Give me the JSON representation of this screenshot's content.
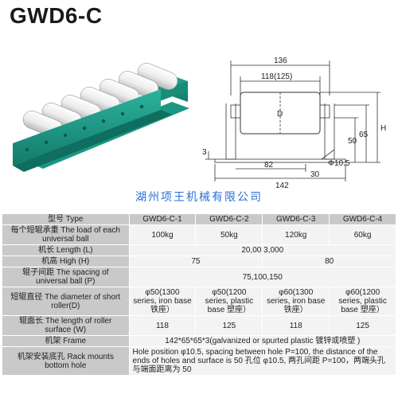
{
  "title": "GWD6-C",
  "company": "湖州项王机械有限公司",
  "drawing": {
    "dims": {
      "d136": "136",
      "d118": "118(125)",
      "d82": "82",
      "d142": "142",
      "d30": "30",
      "d50": "50",
      "d65": "65",
      "H": "H",
      "D": "D",
      "d3": "3",
      "hole": "Φ10.5"
    }
  },
  "table": {
    "header": {
      "label": "型号 Type",
      "cols": [
        "GWD6-C-1",
        "GWD6-C-2",
        "GWD6-C-3",
        "GWD6-C-4"
      ]
    },
    "load": {
      "label": "每个短辊承重 The load of each universal ball",
      "values": [
        "100kg",
        "50kg",
        "120kg",
        "60kg"
      ]
    },
    "length": {
      "label": "机长 Length (L)",
      "value": "20,00   3,000"
    },
    "high": {
      "label": "机高 High (H)",
      "values": [
        "75",
        "80"
      ]
    },
    "pitch": {
      "label": "辊子间距 The spacing of universal ball (P)",
      "value": "75,100,150"
    },
    "diameter": {
      "label": "短辊直径 The diameter of short roller(D)",
      "values": [
        "φ50(1300 series, iron base 铁座）",
        "φ50(1200 series, plastic base 塑座）",
        "φ60(1300 series, iron base 铁座）",
        "φ60(1200 series, plastic base 塑座）"
      ]
    },
    "roller_len": {
      "label": "辊面长 The length of roller surface (W)",
      "values": [
        "118",
        "125",
        "118",
        "125"
      ]
    },
    "frame": {
      "label": "机架 Frame",
      "value": "142*65*65*3(galvanized or spurted plastic 镀锌或喷塑 )"
    },
    "mount": {
      "label": "机架安装底孔 Rack mounts bottom hole",
      "value": "Hole position φ10.5, spacing between hole P=100, the distance of the ends of holes and surface is 50 孔位 φ10.5, 两孔间距 P=100，两端头孔与端面距离为 50"
    }
  },
  "colors": {
    "frame_green": "#1f9d8a",
    "roller_white": "#f2f2f2",
    "company_blue": "#2a6fd6",
    "header_gray": "#c9c9c9",
    "cell_gray": "#f3f3f3"
  }
}
